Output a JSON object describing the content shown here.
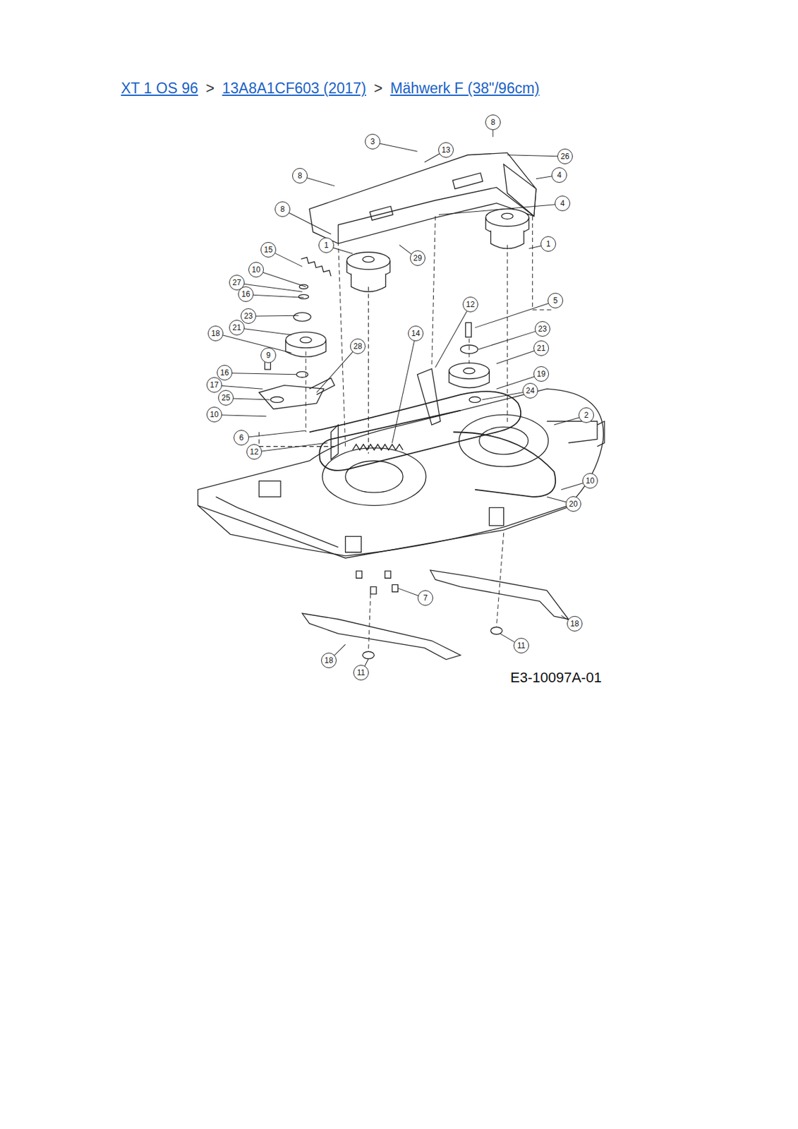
{
  "diagram": {
    "labels": [
      "XT 1 OS 96",
      ">",
      "13A8A1CF603 (2017)",
      ">",
      "Mähwerk F (38\"/96cm)",
      "8",
      "3",
      "13",
      "26",
      "4",
      "8",
      "4",
      "8",
      "15",
      "1",
      "29",
      "1",
      "10",
      "27",
      "16",
      "5",
      "12",
      "23",
      "23",
      "21",
      "14",
      "18",
      "28",
      "21",
      "9",
      "19",
      "16",
      "17",
      "24",
      "25",
      "2",
      "10",
      "6",
      "12",
      "10",
      "20",
      "7",
      "18",
      "11",
      "18",
      "11",
      "E3-10097A-01"
    ]
  }
}
